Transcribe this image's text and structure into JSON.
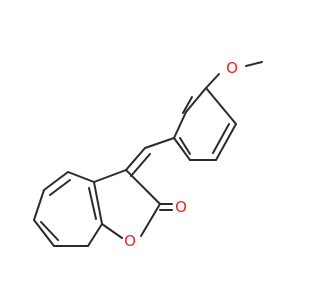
{
  "molecule": {
    "atom_labels": {
      "methoxy_oxygen": "O",
      "carbonyl_oxygen": "O",
      "ring_oxygen": "O"
    },
    "colors": {
      "bond": "#2b2b2b",
      "oxygen": "#e8262a",
      "background": "#ffffff"
    }
  }
}
